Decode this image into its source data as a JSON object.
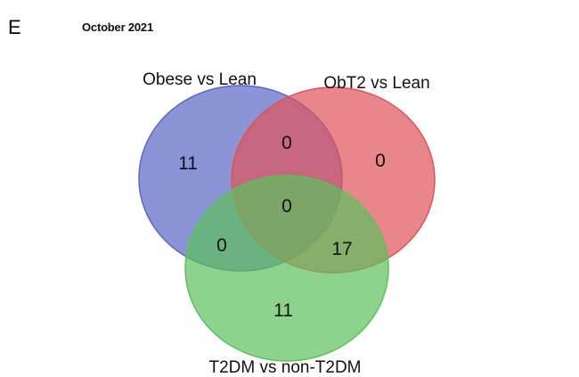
{
  "header": {
    "panel_label": "E",
    "date": "October 2021"
  },
  "venn": {
    "sets": [
      {
        "name": "Obese vs Lean",
        "color": "#5a67c4"
      },
      {
        "name": "ObT2 vs Lean",
        "color": "#e0525a"
      },
      {
        "name": "T2DM vs non-T2DM",
        "color": "#5cc05c"
      }
    ],
    "regions": {
      "obese_only": "11",
      "obt2_only": "0",
      "t2dm_only": "11",
      "obese_obt2": "0",
      "obese_t2dm": "0",
      "obt2_t2dm": "17",
      "all_three": "0"
    }
  }
}
